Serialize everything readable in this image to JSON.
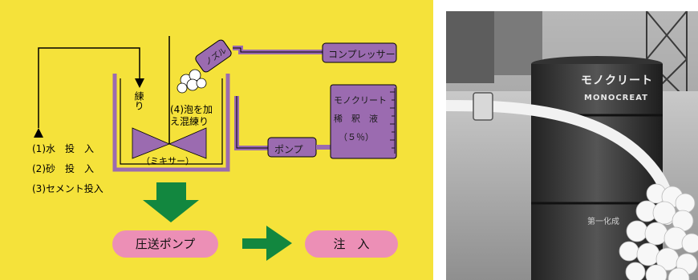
{
  "diagram": {
    "step1": "(1)水　投　入",
    "step2": "(2)砂　投　入",
    "step3": "(3)セメント投入",
    "mix_label": "練り",
    "foam_label": "(4)泡を加え混練り",
    "mixer_label": "（ミキサー）",
    "nozzle_label": "ノズル",
    "compressor_label": "コンプレッサー",
    "tank_label_line1": "モノクリート",
    "tank_label_line2": "稀　釈　液",
    "tank_label_line3": "（５％）",
    "pump_label": "ポンプ",
    "pressure_pump_label": "圧送ポンプ",
    "inject_label": "注　入"
  },
  "photo": {
    "drum_logo": "モノクリート",
    "drum_brand": "MONOCREAT",
    "drum_maker": "第一化成"
  },
  "colors": {
    "background": "#f5e23a",
    "purple": "#9b6bb0",
    "green_arrow": "#12873f",
    "pink_pill": "#ec8fb6"
  }
}
